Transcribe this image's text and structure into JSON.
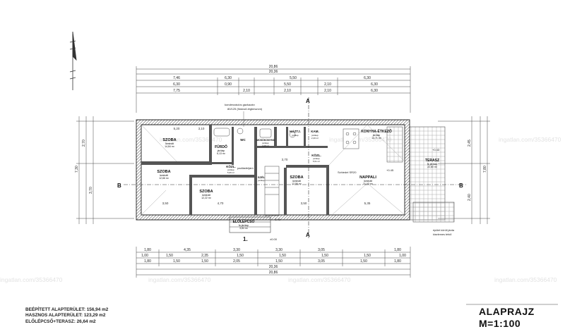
{
  "watermark": "ingatlan.com/35366470",
  "title": {
    "main": "ALAPRAJZ",
    "scale": "M=1:100"
  },
  "areas": [
    "BEÉPÍTETT ALAPTERÜLET: 156,94 m2",
    "HASZNOS ALAPTERÜLET: 123,29 m2",
    "ELŐLÉPCSŐ+TERASZ: 26,64 m2"
  ],
  "rooms": [
    {
      "name": "SZOBA",
      "floor": "laminált",
      "area": "14,84 m²"
    },
    {
      "name": "FÜRDŐ",
      "floor": "járólap",
      "area": "6,13 m²"
    },
    {
      "name": "WC",
      "floor": "",
      "area": ""
    },
    {
      "name": "MOSÓKONYHA",
      "floor": "járólap",
      "area": "4,08 m²"
    },
    {
      "name": "HÁZTJ.",
      "floor": "járólap",
      "area": ""
    },
    {
      "name": "KAM.",
      "floor": "járólap",
      "area": "2,40 m²"
    },
    {
      "name": "KONYHA-ÉTKEZŐ",
      "floor": "járólap",
      "area": "14,71 m²"
    },
    {
      "name": "KÖZL.",
      "floor": "járólap",
      "area": "5,51 m²"
    },
    {
      "name": "SZOBA",
      "floor": "laminált",
      "area": "12,66 m²"
    },
    {
      "name": "KÖZL.",
      "floor": "járólap",
      "area": "5,06 m²"
    },
    {
      "name": "SZOBA",
      "floor": "laminált",
      "area": "12,22 m²"
    },
    {
      "name": "SZÉL",
      "floor": "járólap",
      "area": ""
    },
    {
      "name": "SZOBA",
      "floor": "laminált",
      "area": "12,56 m²"
    },
    {
      "name": "NAPPALI",
      "floor": "laminált",
      "area": "21,13 m²"
    },
    {
      "name": "TERASZ",
      "floor": "fa járólap",
      "area": "22,80 m²"
    },
    {
      "name": "ELŐLÉPCSŐ",
      "floor": "fa járólap",
      "area": "3,84 m²"
    }
  ],
  "notes": {
    "boiler": "kondenzációs gázkazán",
    "boiler_sub": "80/125 (füstcső-légbeszívó)",
    "chimney": "Schiedel SR20",
    "attic": "padlásfeljáró",
    "terrace_note": "épület körüli járda",
    "terrace_note2": "kiselemes térkő",
    "entrance_num": "1.",
    "level_entrance": "±0.00",
    "level_terrace": "+0.45",
    "level_terrace2": "+0.43",
    "level_step": "-0.40"
  },
  "dims": {
    "top_total": "20,86",
    "top_inner": "20,36",
    "top_row_a": [
      "7,46",
      "6,30",
      "5,50",
      "6,30"
    ],
    "top_row_b": [
      "6,30",
      "0,90",
      "5,50",
      "2,10",
      "6,30"
    ],
    "top_row_c": [
      "7,75",
      "2,10",
      "2,10",
      "2,10",
      "6,30"
    ],
    "left_total": "7,30",
    "left_a": [
      "2,70",
      "3,70"
    ],
    "right_total": "7,80",
    "right_a": [
      "2,45",
      "2,40"
    ],
    "interior_top": [
      "5,20",
      "3,10",
      "3,70"
    ],
    "interior_bottom": [
      "3,50",
      "4,70",
      "3,50",
      "5,35"
    ],
    "bottom_row_a": [
      "1,80",
      "4,35",
      "3,30",
      "3,30",
      "3,05",
      "1,80"
    ],
    "bottom_row_b": [
      "1,00",
      "1,50",
      "2,35",
      "1,50",
      "1,50",
      "1,50",
      "1,50",
      "1,00"
    ],
    "bottom_row_c": [
      "1,80",
      "1,50",
      "1,50",
      "2,05",
      "1,50",
      "3,05",
      "1,50",
      "1,80"
    ],
    "bottom_total": "20,36",
    "bottom_outer": "20,86"
  },
  "section_marks": {
    "a": "A",
    "b": "B"
  }
}
